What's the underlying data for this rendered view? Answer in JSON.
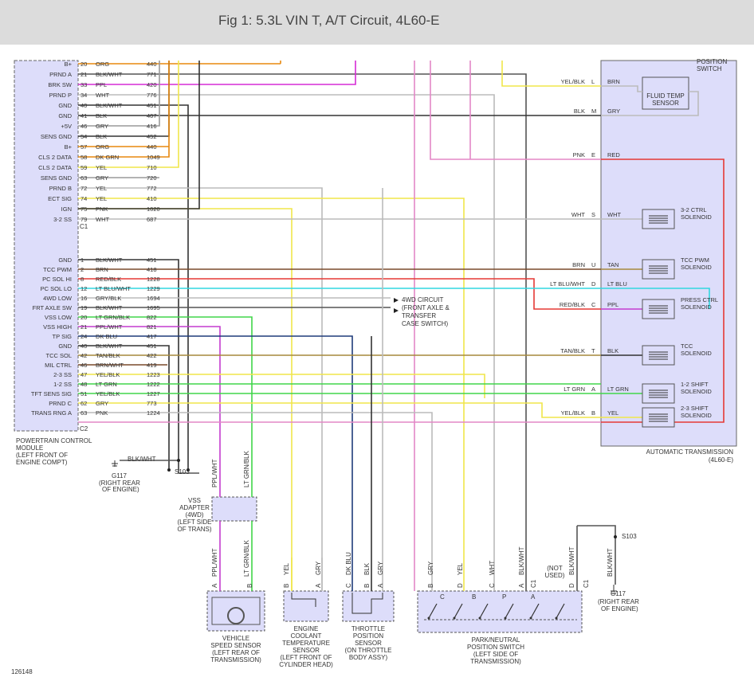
{
  "header": {
    "title": "Fig 1: 5.3L VIN T, A/T Circuit, 4L60-E"
  },
  "diagram_id": "126148",
  "pcm": {
    "label_lines": [
      "POWERTRAIN CONTROL",
      "MODULE",
      "(LEFT FRONT OF",
      "ENGINE COMPT)"
    ],
    "connector1": "C1",
    "connector2": "C2",
    "group1": [
      {
        "name": "B+",
        "pin": "20",
        "color": "ORG",
        "circuit": "440"
      },
      {
        "name": "PRND A",
        "pin": "21",
        "color": "BLK/WHT",
        "circuit": "771"
      },
      {
        "name": "BRK SW",
        "pin": "33",
        "color": "PPL",
        "circuit": "420"
      },
      {
        "name": "PRND P",
        "pin": "34",
        "color": "WHT",
        "circuit": "776"
      },
      {
        "name": "GND",
        "pin": "40",
        "color": "BLK/WHT",
        "circuit": "451"
      },
      {
        "name": "GND",
        "pin": "41",
        "color": "BLK",
        "circuit": "407"
      },
      {
        "name": "+5V",
        "pin": "46",
        "color": "GRY",
        "circuit": "416"
      },
      {
        "name": "SENS GND",
        "pin": "54",
        "color": "BLK",
        "circuit": "452"
      },
      {
        "name": "B+",
        "pin": "57",
        "color": "ORG",
        "circuit": "440"
      },
      {
        "name": "CLS 2 DATA",
        "pin": "58",
        "color": "DK GRN",
        "circuit": "1049"
      },
      {
        "name": "CLS 2 DATA",
        "pin": "59",
        "color": "YEL",
        "circuit": "710"
      },
      {
        "name": "SENS GND",
        "pin": "63",
        "color": "GRY",
        "circuit": "720"
      },
      {
        "name": "PRND B",
        "pin": "72",
        "color": "YEL",
        "circuit": "772"
      },
      {
        "name": "ECT SIG",
        "pin": "74",
        "color": "YEL",
        "circuit": "410"
      },
      {
        "name": "IGN",
        "pin": "75",
        "color": "PNK",
        "circuit": "1020"
      },
      {
        "name": "3-2 SS",
        "pin": "79",
        "color": "WHT",
        "circuit": "687"
      }
    ],
    "group2": [
      {
        "name": "GND",
        "pin": "1",
        "color": "BLK/WHT",
        "circuit": "451"
      },
      {
        "name": "TCC PWM",
        "pin": "2",
        "color": "BRN",
        "circuit": "418"
      },
      {
        "name": "PC SOL HI",
        "pin": "8",
        "color": "RED/BLK",
        "circuit": "1228"
      },
      {
        "name": "PC SOL LO",
        "pin": "12",
        "color": "LT BLU/WHT",
        "circuit": "1229"
      },
      {
        "name": "4WD LOW",
        "pin": "16",
        "color": "GRY/BLK",
        "circuit": "1694"
      },
      {
        "name": "FRT AXLE SW",
        "pin": "19",
        "color": "BLK/WHT",
        "circuit": "1695"
      },
      {
        "name": "VSS LOW",
        "pin": "20",
        "color": "LT GRN/BLK",
        "circuit": "822"
      },
      {
        "name": "VSS HIGH",
        "pin": "21",
        "color": "PPL/WHT",
        "circuit": "821"
      },
      {
        "name": "TP SIG",
        "pin": "24",
        "color": "DK BLU",
        "circuit": "417"
      },
      {
        "name": "GND",
        "pin": "40",
        "color": "BLK/WHT",
        "circuit": "451"
      },
      {
        "name": "TCC SOL",
        "pin": "42",
        "color": "TAN/BLK",
        "circuit": "422"
      },
      {
        "name": "MIL CTRL",
        "pin": "46",
        "color": "BRN/WHT",
        "circuit": "419"
      },
      {
        "name": "2-3 SS",
        "pin": "47",
        "color": "YEL/BLK",
        "circuit": "1223"
      },
      {
        "name": "1-2 SS",
        "pin": "48",
        "color": "LT GRN",
        "circuit": "1222"
      },
      {
        "name": "TFT SENS SIG",
        "pin": "51",
        "color": "YEL/BLK",
        "circuit": "1227"
      },
      {
        "name": "PRND C",
        "pin": "62",
        "color": "GRY",
        "circuit": "773"
      },
      {
        "name": "TRANS RNG A",
        "pin": "63",
        "color": "PNK",
        "circuit": "1224"
      }
    ]
  },
  "transmission": {
    "label_lines": [
      "AUTOMATIC TRANSMISSION",
      "(4L60-E)"
    ],
    "top_label_lines": [
      "POSITION",
      "SWITCH"
    ],
    "fluid_temp_lines": [
      "FLUID TEMP",
      "SENSOR"
    ],
    "pins": [
      {
        "ext": "YEL/BLK",
        "pin": "L",
        "int": "BRN"
      },
      {
        "ext": "BLK",
        "pin": "M",
        "int": "GRY"
      },
      {
        "ext": "PNK",
        "pin": "E",
        "int": "RED"
      },
      {
        "ext": "WHT",
        "pin": "S",
        "int": "WHT"
      },
      {
        "ext": "BRN",
        "pin": "U",
        "int": "TAN"
      },
      {
        "ext": "LT BLU/WHT",
        "pin": "D",
        "int": "LT BLU"
      },
      {
        "ext": "RED/BLK",
        "pin": "C",
        "int": "PPL"
      },
      {
        "ext": "TAN/BLK",
        "pin": "T",
        "int": "BLK"
      },
      {
        "ext": "LT GRN",
        "pin": "A",
        "int": "LT GRN"
      },
      {
        "ext": "YEL/BLK",
        "pin": "B",
        "int": "YEL"
      }
    ],
    "solenoids": [
      [
        "3-2 CTRL",
        "SOLENOID"
      ],
      [
        "TCC PWM",
        "SOLENOID"
      ],
      [
        "PRESS CTRL",
        "SOLENOID"
      ],
      [
        "TCC",
        "SOLENOID"
      ],
      [
        "1-2 SHIFT",
        "SOLENOID"
      ],
      [
        "2-3 SHIFT",
        "SOLENOID"
      ]
    ]
  },
  "fourwd": {
    "lines": [
      "4WD CIRCUIT",
      "(FRONT AXLE &",
      "TRANSFER",
      "CASE SWITCH)"
    ]
  },
  "ground_left": {
    "wire": "BLK/WHT",
    "label": "G117",
    "loc": [
      "(RIGHT REAR",
      "OF ENGINE)"
    ],
    "splice": "S103"
  },
  "ground_right": {
    "wire": "BLK/WHT",
    "label": "G117",
    "loc": [
      "(RIGHT REAR",
      "OF ENGINE)"
    ],
    "splice": "S103",
    "conn": "C1"
  },
  "vss_adapter": {
    "lines": [
      "VSS",
      "ADAPTER",
      "(4WD)",
      "(LEFT SIDE",
      "OF TRANS)"
    ],
    "w1": "PPL/WHT",
    "w2": "LT GRN/BLK"
  },
  "vss": {
    "lines": [
      "VEHICLE",
      "SPEED SENSOR",
      "(LEFT REAR OF",
      "TRANSMISSION)"
    ],
    "w1": "PPL/WHT",
    "w2": "LT GRN/BLK",
    "p1": "A",
    "p2": "B"
  },
  "ect": {
    "lines": [
      "ENGINE",
      "COOLANT",
      "TEMPERATURE",
      "SENSOR",
      "(LEFT FRONT OF",
      "CYLINDER HEAD)"
    ],
    "w1": "YEL",
    "w2": "GRY",
    "p1": "B",
    "p2": "A"
  },
  "tps": {
    "lines": [
      "THROTTLE",
      "POSITION",
      "SENSOR",
      "(ON THROTTLE",
      "BODY ASSY)"
    ],
    "w1": "DK BLU",
    "w2": "BLK",
    "w3": "GRY",
    "p1": "C",
    "p2": "B",
    "p3": "A"
  },
  "pnp": {
    "lines": [
      "PARK/NEUTRAL",
      "POSITION SWITCH",
      "(LEFT SIDE OF",
      "TRANSMISSION)"
    ],
    "wires": [
      "GRY",
      "YEL",
      "WHT",
      "BLK/WHT",
      "BLK/WHT"
    ],
    "pins_top": [
      "B",
      "D",
      "C",
      "A",
      "D"
    ],
    "inner": [
      "C",
      "B",
      "P",
      "A"
    ],
    "not_used": [
      "(NOT",
      "USED)"
    ],
    "conn": "C1"
  }
}
